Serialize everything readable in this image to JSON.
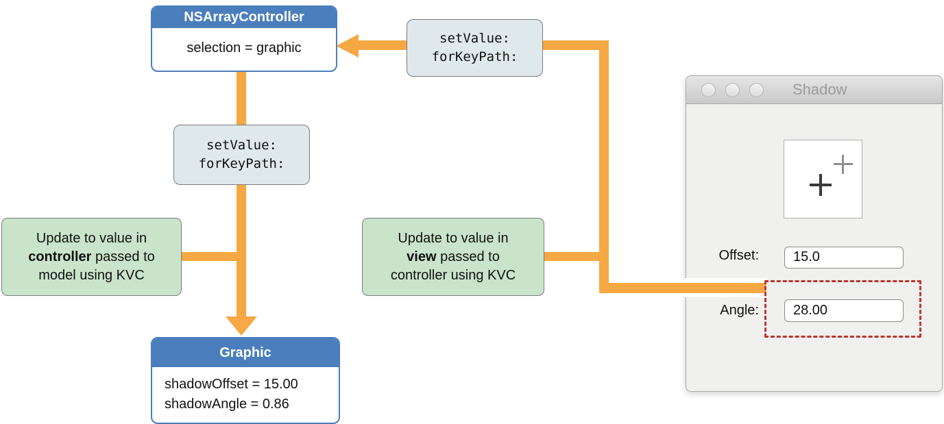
{
  "colors": {
    "arrow_orange": "#F5A843",
    "header_blue": "#4A7EBC",
    "note_green": "#C9E4CB",
    "code_bg": "#DFE9EB",
    "highlight_red": "#BF332E"
  },
  "diagram": {
    "controller_box": {
      "title": "NSArrayController",
      "body": "selection = graphic"
    },
    "model_box": {
      "title": "Graphic",
      "line1": "shadowOffset = 15.00",
      "line2": "shadowAngle = 0.86"
    },
    "kvc_top": {
      "line1": "setValue:",
      "line2": "forKeyPath:"
    },
    "kvc_mid": {
      "line1": "setValue:",
      "line2": "forKeyPath:"
    },
    "note_controller": {
      "line1": "Update to value in",
      "bold": "controller",
      "line2_rest": " passed to",
      "line3": "model using KVC"
    },
    "note_view": {
      "line1": "Update to value in",
      "bold": "view",
      "line2_rest": " passed to",
      "line3": "controller using KVC"
    }
  },
  "window": {
    "title": "Shadow",
    "fields": [
      {
        "label": "Offset:",
        "value": "15.0"
      },
      {
        "label": "Angle:",
        "value": "28.00"
      }
    ]
  }
}
